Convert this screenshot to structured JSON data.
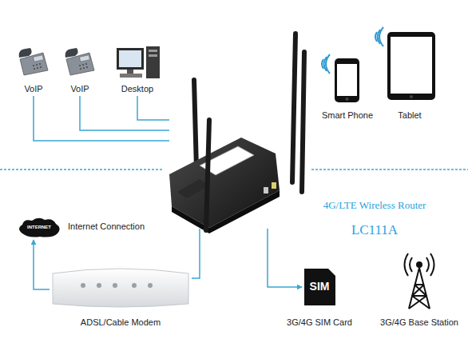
{
  "diagram": {
    "nodes": [
      {
        "text": [
          "VoIP"
        ]
      },
      {
        "text": [
          "VoIP"
        ]
      },
      {
        "text": [
          "Desktop"
        ]
      },
      {
        "text": [
          "Smart Phone"
        ]
      },
      {
        "text": [
          "Tablet"
        ]
      },
      {
        "text": [
          "4G/LTE Wireless Router",
          "LC111A"
        ]
      },
      {
        "text": [
          "INTERNET",
          "Internet Connection"
        ]
      },
      {
        "text": [
          "ADSL/Cable Modem"
        ]
      },
      {
        "text": [
          "SIM",
          "3G/4G SIM Card"
        ]
      },
      {
        "text": [
          "3G/4G Base Station"
        ]
      }
    ],
    "edges": [
      {
        "from": 0,
        "to": 5,
        "arrow": "none"
      },
      {
        "from": 1,
        "to": 5,
        "arrow": "none"
      },
      {
        "from": 2,
        "to": 5,
        "arrow": "none"
      },
      {
        "from": 7,
        "to": 6,
        "arrow": "to"
      },
      {
        "from": 7,
        "to": 5,
        "arrow": "none"
      },
      {
        "from": 5,
        "to": 8,
        "arrow": "to"
      }
    ]
  }
}
